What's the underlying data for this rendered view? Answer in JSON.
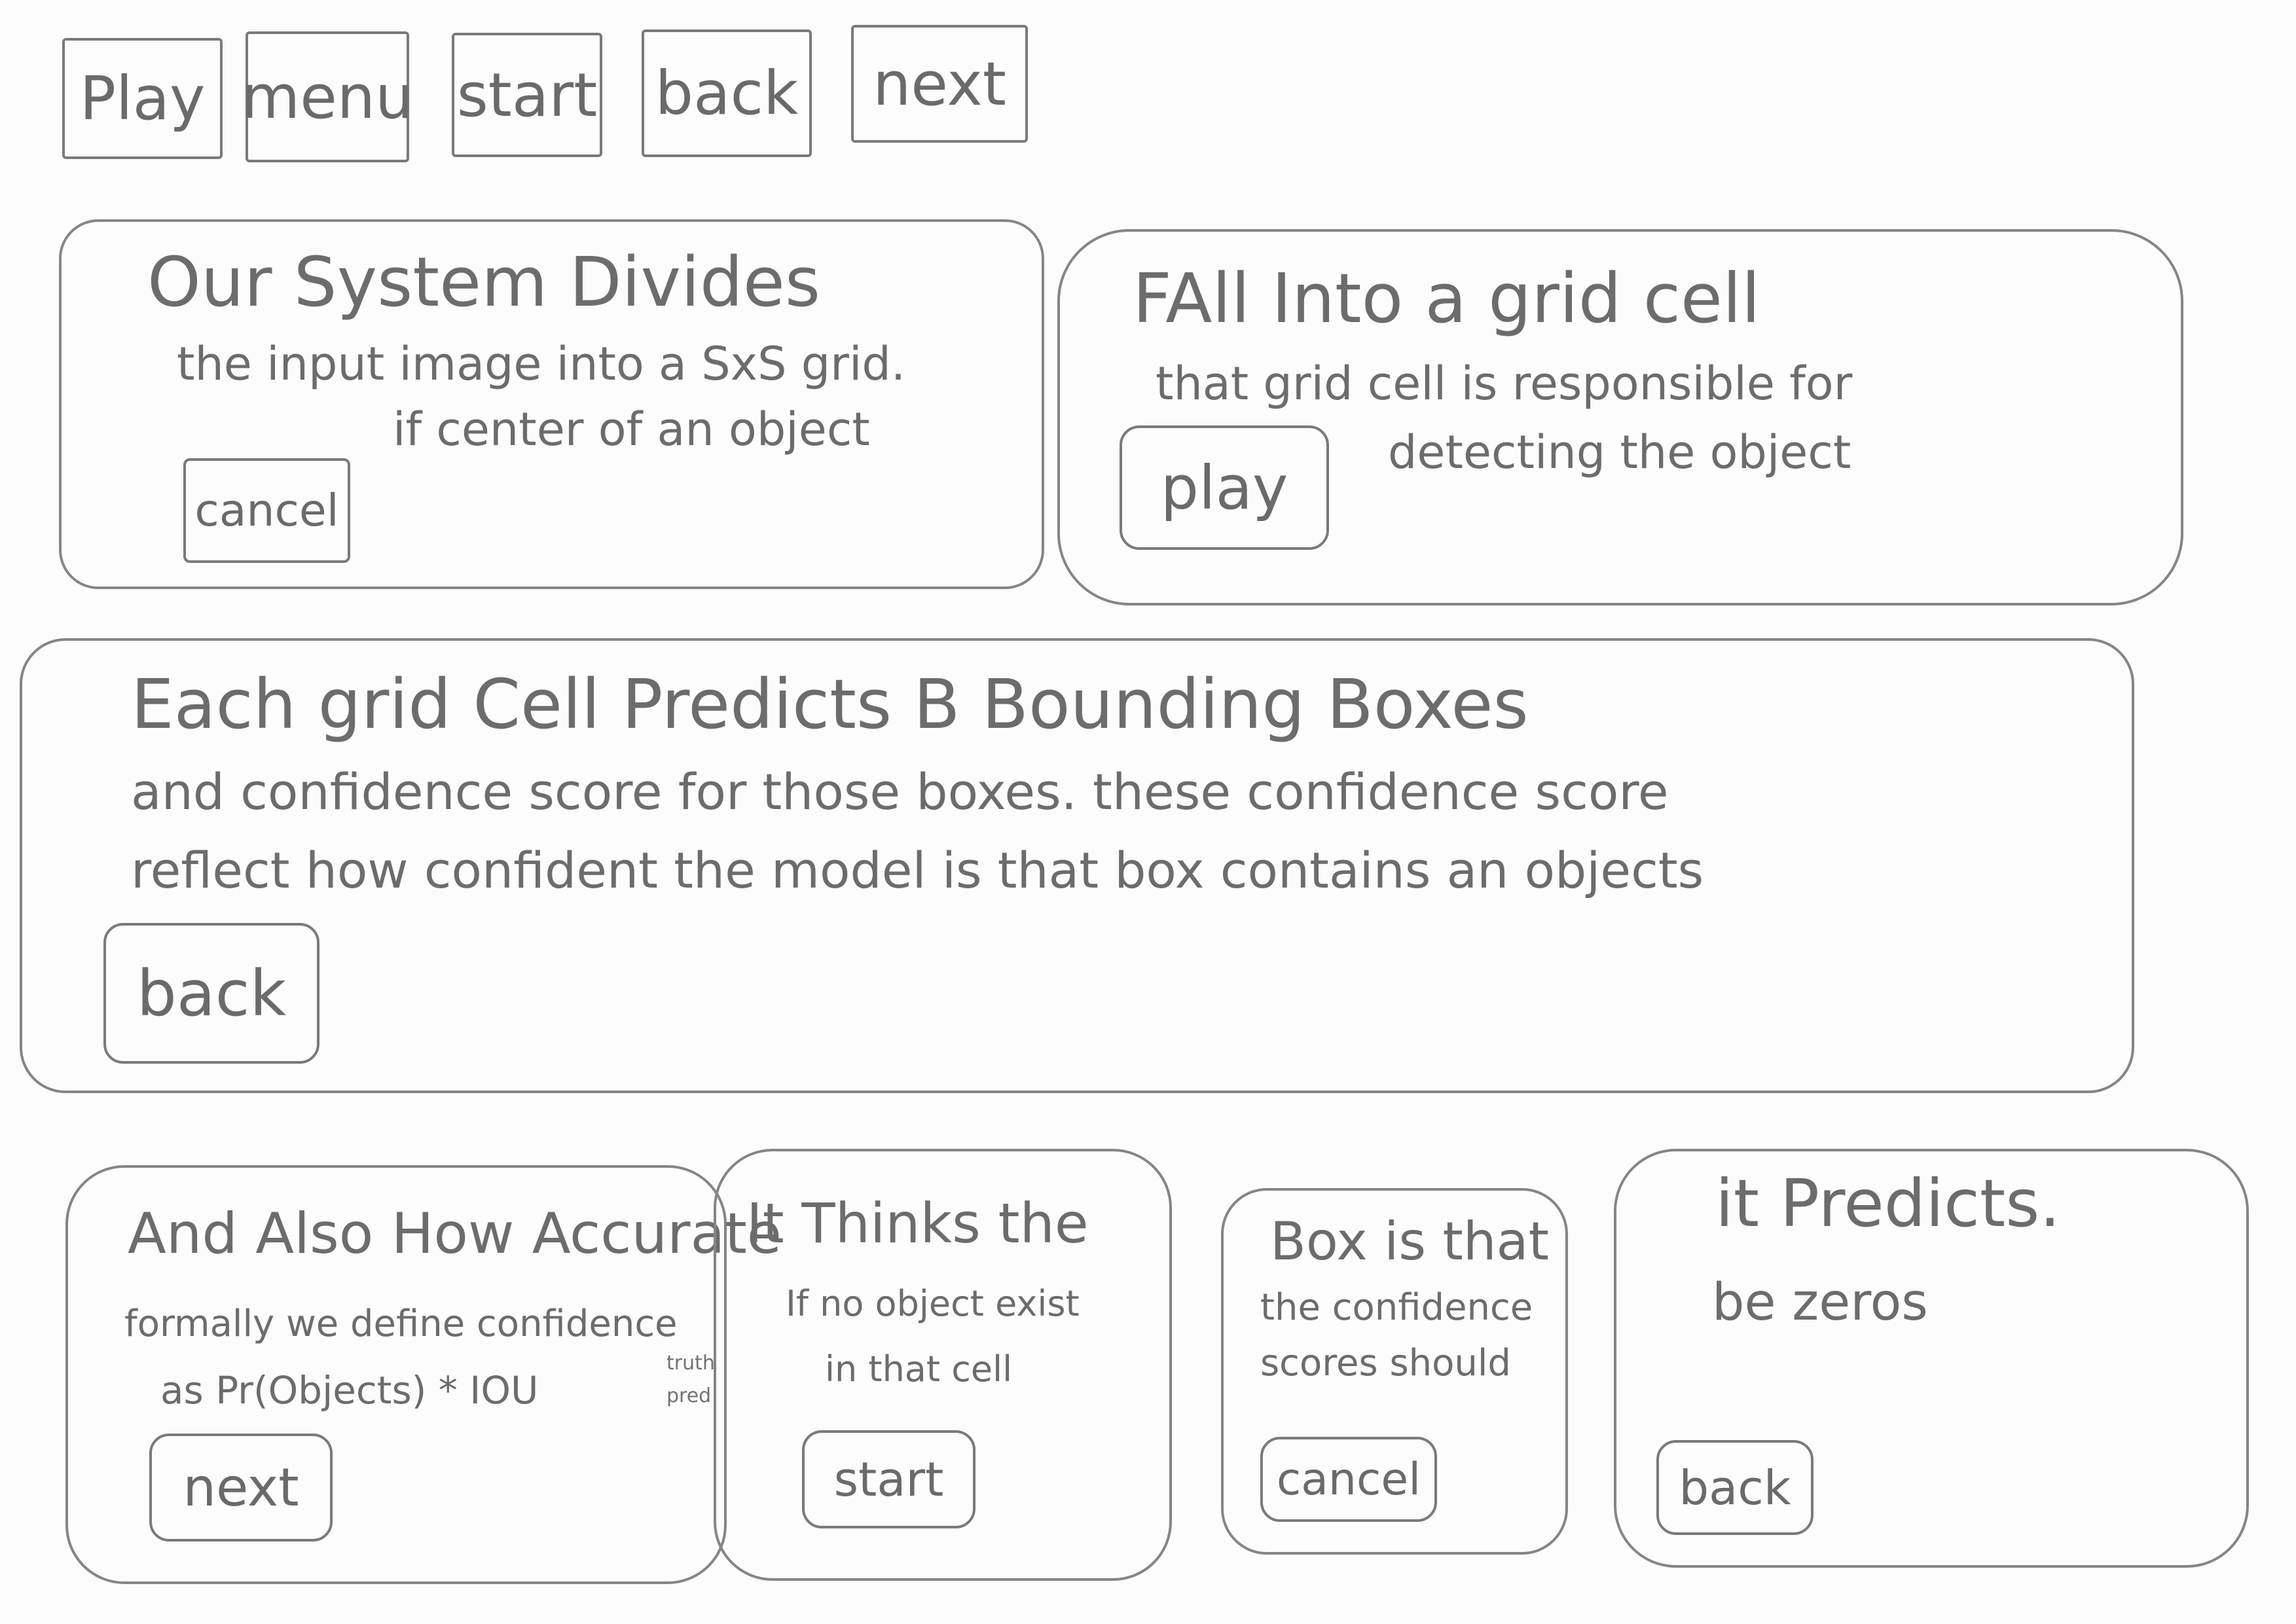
{
  "top_nav": {
    "play": "Play",
    "menu": "menu",
    "start": "start",
    "back": "back",
    "next": "next"
  },
  "panel1": {
    "heading": "Our System Divides",
    "line1": "the input image into a SxS grid.",
    "line2": "if center of an object",
    "button": "cancel"
  },
  "panel2": {
    "heading": "FAll Into a grid cell",
    "line1": "that grid cell is responsible for",
    "line2": "detecting the object",
    "button": "play"
  },
  "panel3": {
    "heading": "Each grid Cell Predicts B Bounding Boxes",
    "line1": "and confidence score for those boxes. these confidence score",
    "line2": "reflect how confident the model is that box contains an objects",
    "button": "back"
  },
  "panel4": {
    "heading": "And Also How Accurate",
    "line1": "formally we define confidence",
    "line2": "as Pr(Objects) * IOU",
    "sup_top": "truth",
    "sup_bottom": "pred",
    "button": "next"
  },
  "panel5": {
    "heading": "It Thinks the",
    "line1": "If no object exist",
    "line2": "in that cell",
    "button": "start"
  },
  "panel6": {
    "heading": "Box is that",
    "line1": "the confidence",
    "line2": "scores should",
    "button": "cancel"
  },
  "panel7": {
    "heading": "it Predicts.",
    "line1": "be zeros",
    "button": "back"
  }
}
